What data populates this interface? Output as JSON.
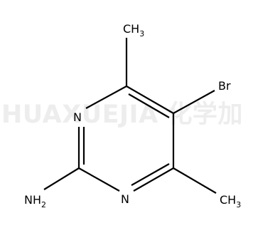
{
  "watermark": {
    "text": "HUAXUEJIA 化学加"
  },
  "molecule": {
    "atoms": {
      "br": "Br",
      "n_ring_top": "N",
      "n_ring_bottom": "N",
      "ch3_top_main": "CH",
      "ch3_top_sub": "3",
      "ch3_bottom_main": "CH",
      "ch3_bottom_sub": "3",
      "nh2_main": "NH",
      "nh2_sub": "2"
    }
  },
  "colors": {
    "bond": "#000000",
    "label": "#000000",
    "watermark": "#ededed",
    "background": "#ffffff"
  }
}
